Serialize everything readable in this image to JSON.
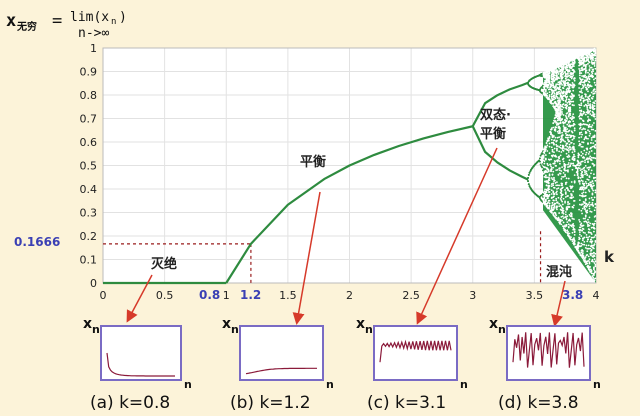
{
  "colors": {
    "background": "#fcf3d9",
    "curve": "#2e8b3f",
    "chaos": "#1f8f3a",
    "arrow": "#d63a2a",
    "dashed": "#9a1c1c",
    "highlight": "#3a3fb4",
    "inset_frame": "#7a6bc4",
    "inset_line": "#8b1a3a"
  },
  "formula": {
    "lhs_x": "x",
    "lhs_sub": "无穷",
    "equals": "=",
    "lim": "lim(x",
    "lim_sub": "n",
    "lim_close": ")",
    "under": "n->∞"
  },
  "axis_k_label": "k",
  "highlight_labels": {
    "y_value": "0.1666",
    "x_a": "0.8",
    "x_b": "1.2",
    "x_c": "3.8"
  },
  "annotations": {
    "extinct": "灭绝",
    "balance": "平衡",
    "bistable_line1": "双态·",
    "bistable_line2": "平衡",
    "chaos": "混沌"
  },
  "chart_data": {
    "type": "line",
    "title": "",
    "xlabel": "k",
    "ylabel": "x无穷 = lim(xn) n->∞",
    "xlim": [
      0,
      4
    ],
    "ylim": [
      0,
      1
    ],
    "grid": true,
    "x_ticks": [
      "0",
      "0.5",
      "1",
      "1.5",
      "2",
      "2.5",
      "3",
      "3.5",
      "4"
    ],
    "y_ticks": [
      "0",
      "0.1",
      "0.2",
      "0.3",
      "0.4",
      "0.5",
      "0.6",
      "0.7",
      "0.8",
      "0.9",
      "1"
    ],
    "series": [
      {
        "k": [
          0,
          0.5,
          1.0
        ],
        "x": [
          0,
          0,
          0
        ]
      },
      {
        "k": [
          1.0,
          1.2,
          1.5,
          1.8,
          2.0,
          2.2,
          2.4,
          2.6,
          2.8,
          3.0
        ],
        "x": [
          0,
          0.1667,
          0.333,
          0.444,
          0.5,
          0.545,
          0.583,
          0.615,
          0.643,
          0.667
        ]
      },
      {
        "k": [
          3.0,
          3.1,
          3.2,
          3.3,
          3.4,
          3.449
        ],
        "x": [
          0.667,
          0.765,
          0.799,
          0.824,
          0.842,
          0.852
        ]
      },
      {
        "k": [
          3.0,
          3.1,
          3.2,
          3.3,
          3.4,
          3.449
        ],
        "x": [
          0.667,
          0.558,
          0.513,
          0.479,
          0.452,
          0.44
        ]
      }
    ],
    "reference_point": {
      "k": 1.2,
      "x": 0.1666
    },
    "chaos_region": {
      "k_start": 3.57,
      "k_end": 4.0
    },
    "insets": [
      {
        "caption": "(a) k=0.8",
        "k": 0.8,
        "x0": 0.5,
        "label_x": "x",
        "label_sub": "n",
        "label_axis": "n"
      },
      {
        "caption": "(b) k=1.2",
        "k": 1.2,
        "x0": 0.05,
        "label_x": "x",
        "label_sub": "n",
        "label_axis": "n"
      },
      {
        "caption": "(c) k=3.1",
        "k": 3.1,
        "x0": 0.3,
        "label_x": "x",
        "label_sub": "n",
        "label_axis": "n"
      },
      {
        "caption": "(d) k=3.8",
        "k": 3.8,
        "x0": 0.3,
        "label_x": "x",
        "label_sub": "n",
        "label_axis": "n"
      }
    ]
  }
}
